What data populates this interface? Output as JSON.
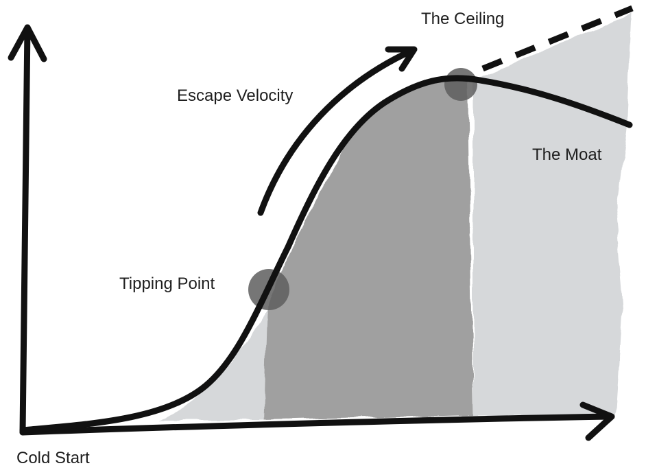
{
  "labels": {
    "ceiling": "The Ceiling",
    "escape_velocity": "Escape Velocity",
    "moat": "The Moat",
    "tipping_point": "Tipping Point",
    "cold_start": "Cold Start"
  },
  "colors": {
    "ink": "#111111",
    "light_wash": "#d6d8da",
    "dark_wash": "#a0a0a0",
    "marker": "#5e5e5e",
    "text": "#1e1e1e",
    "background": "#ffffff"
  }
}
